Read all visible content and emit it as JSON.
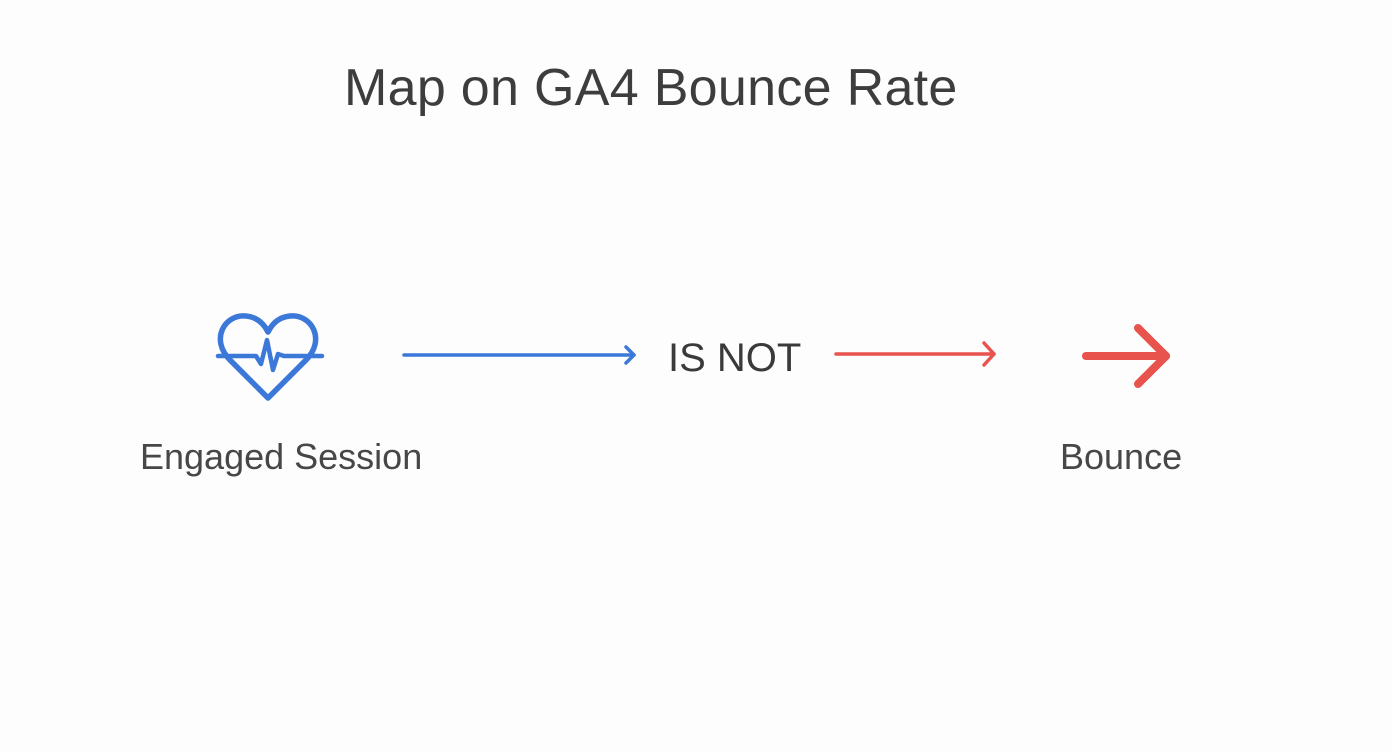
{
  "diagram": {
    "title": "Map on GA4 Bounce Rate",
    "left_node": {
      "label": "Engaged Session",
      "icon": "heartbeat-icon",
      "color": "#3b78d8"
    },
    "connector": {
      "label": "IS NOT"
    },
    "right_node": {
      "label": "Bounce",
      "icon": "arrow-right-icon",
      "color": "#e8534d"
    },
    "colors": {
      "blue": "#3b78d8",
      "red": "#e8534d",
      "text": "#3d3d3d"
    }
  }
}
